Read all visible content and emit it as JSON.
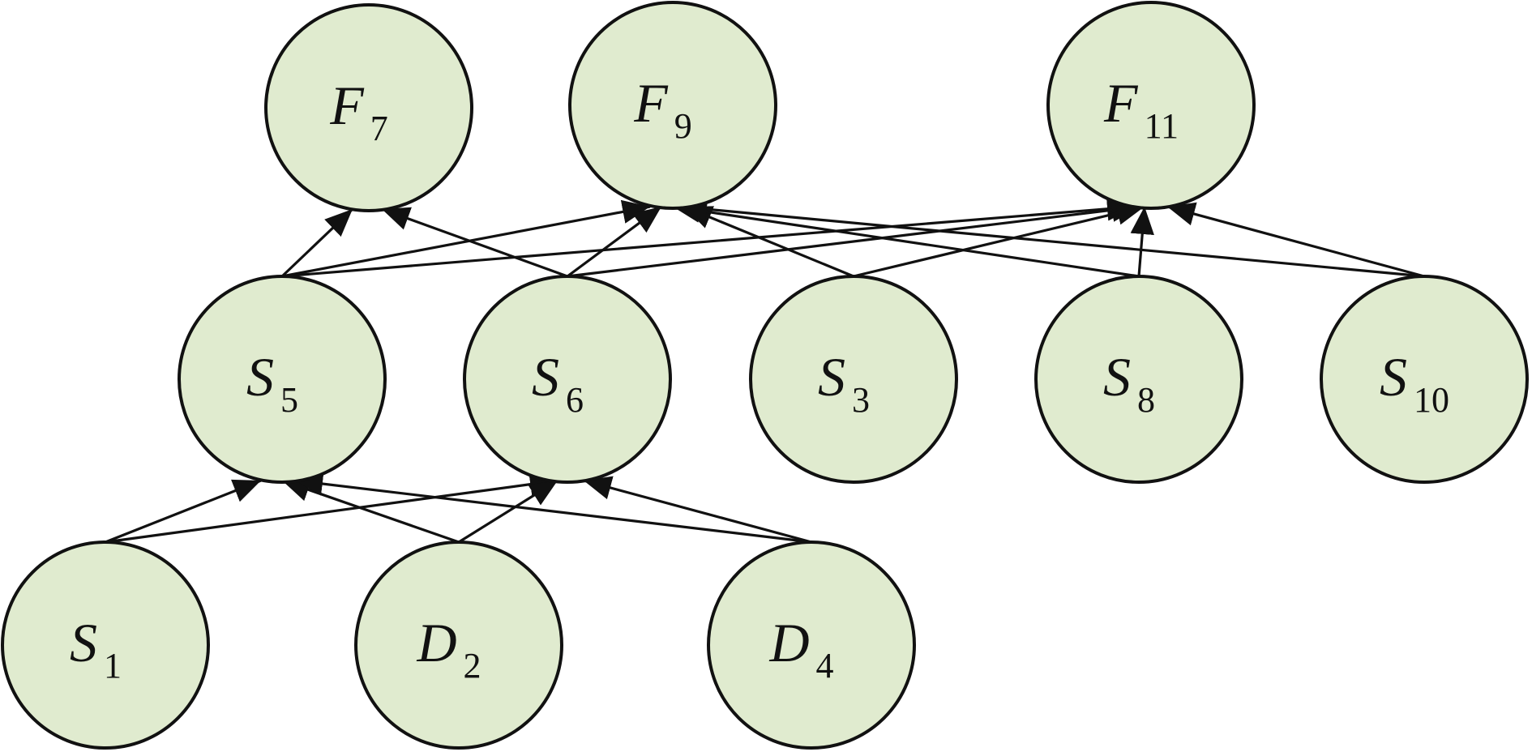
{
  "colors": {
    "node_fill": "#e0ebcf",
    "stroke": "#111111",
    "background": "#ffffff"
  },
  "nodes": [
    {
      "id": "F7",
      "main": "F",
      "sub": "7"
    },
    {
      "id": "F9",
      "main": "F",
      "sub": "9"
    },
    {
      "id": "F11",
      "main": "F",
      "sub": "11"
    },
    {
      "id": "S5",
      "main": "S",
      "sub": "5"
    },
    {
      "id": "S6",
      "main": "S",
      "sub": "6"
    },
    {
      "id": "S3",
      "main": "S",
      "sub": "3"
    },
    {
      "id": "S8",
      "main": "S",
      "sub": "8"
    },
    {
      "id": "S10",
      "main": "S",
      "sub": "10"
    },
    {
      "id": "S1",
      "main": "S",
      "sub": "1"
    },
    {
      "id": "D2",
      "main": "D",
      "sub": "2"
    },
    {
      "id": "D4",
      "main": "D",
      "sub": "4"
    }
  ],
  "edges": [
    {
      "from": "S5",
      "to": "F7"
    },
    {
      "from": "S5",
      "to": "F9"
    },
    {
      "from": "S5",
      "to": "F11"
    },
    {
      "from": "S6",
      "to": "F7"
    },
    {
      "from": "S6",
      "to": "F9"
    },
    {
      "from": "S6",
      "to": "F11"
    },
    {
      "from": "S3",
      "to": "F9"
    },
    {
      "from": "S3",
      "to": "F11"
    },
    {
      "from": "S8",
      "to": "F9"
    },
    {
      "from": "S8",
      "to": "F11"
    },
    {
      "from": "S10",
      "to": "F9"
    },
    {
      "from": "S10",
      "to": "F11"
    },
    {
      "from": "S1",
      "to": "S5"
    },
    {
      "from": "S1",
      "to": "S6"
    },
    {
      "from": "D2",
      "to": "S5"
    },
    {
      "from": "D2",
      "to": "S6"
    },
    {
      "from": "D4",
      "to": "S5"
    },
    {
      "from": "D4",
      "to": "S6"
    }
  ]
}
